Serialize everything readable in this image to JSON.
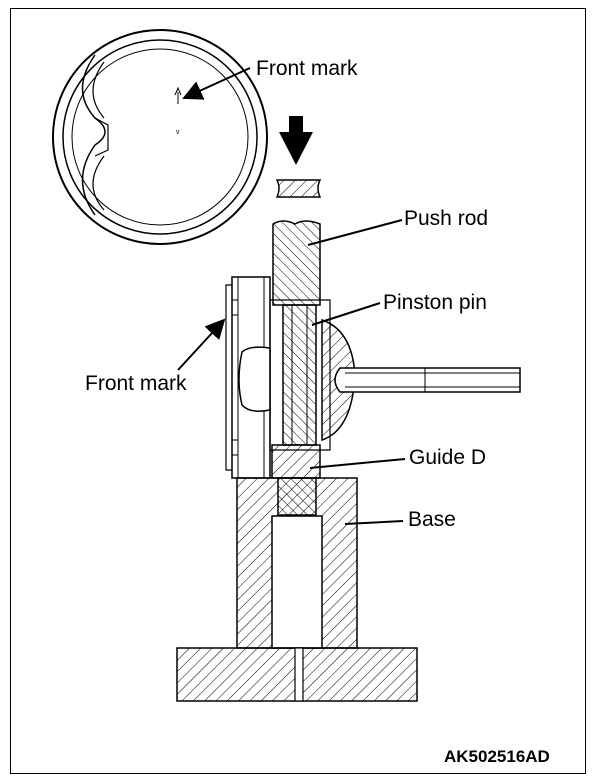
{
  "labels": {
    "front_mark_top": "Front mark",
    "push_rod": "Push rod",
    "piston_pin": "Pinston pin",
    "front_mark_side": "Front mark",
    "guide_d": "Guide D",
    "base": "Base"
  },
  "figure_code": "AK502516AD",
  "colors": {
    "line": "#000000",
    "background": "#ffffff"
  }
}
